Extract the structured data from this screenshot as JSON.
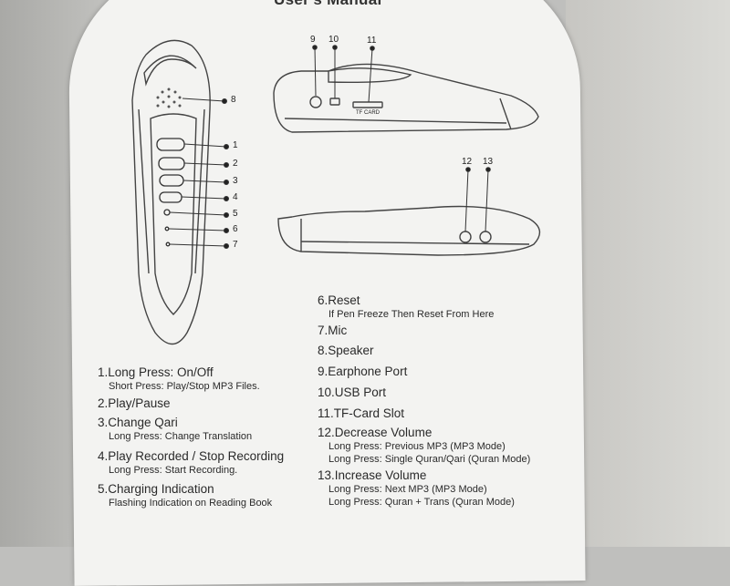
{
  "header": {
    "title": "User's Manual"
  },
  "diagram": {
    "callouts_front": [
      "1",
      "2",
      "3",
      "4",
      "5",
      "6",
      "7"
    ],
    "callout_speaker": "8",
    "callouts_top": [
      "9",
      "10",
      "11"
    ],
    "callouts_side": [
      "12",
      "13"
    ],
    "tf_label": "TF CARD"
  },
  "left_list": [
    {
      "title": "1.Long Press: On/Off",
      "subs": [
        "Short Press: Play/Stop MP3 Files."
      ]
    },
    {
      "title": "2.Play/Pause",
      "subs": []
    },
    {
      "title": "3.Change Qari",
      "subs": [
        "Long Press: Change Translation"
      ]
    },
    {
      "title": "4.Play Recorded / Stop Recording",
      "subs": [
        "Long Press: Start Recording."
      ]
    },
    {
      "title": "5.Charging Indication",
      "subs": [
        "Flashing Indication on Reading Book"
      ]
    }
  ],
  "right_list": [
    {
      "title": "6.Reset",
      "subs": [
        "If Pen Freeze Then Reset From Here"
      ]
    },
    {
      "title": "7.Mic",
      "subs": []
    },
    {
      "title": "8.Speaker",
      "subs": []
    },
    {
      "title": "9.Earphone Port",
      "subs": []
    },
    {
      "title": "10.USB Port",
      "subs": []
    },
    {
      "title": "11.TF-Card Slot",
      "subs": []
    },
    {
      "title": "12.Decrease Volume",
      "subs": [
        "Long Press: Previous MP3 (MP3 Mode)",
        "Long Press: Single Quran/Qari (Quran Mode)"
      ]
    },
    {
      "title": "13.Increase Volume",
      "subs": [
        "Long Press: Next MP3 (MP3 Mode)",
        "Long Press: Quran + Trans (Quran Mode)"
      ]
    }
  ]
}
